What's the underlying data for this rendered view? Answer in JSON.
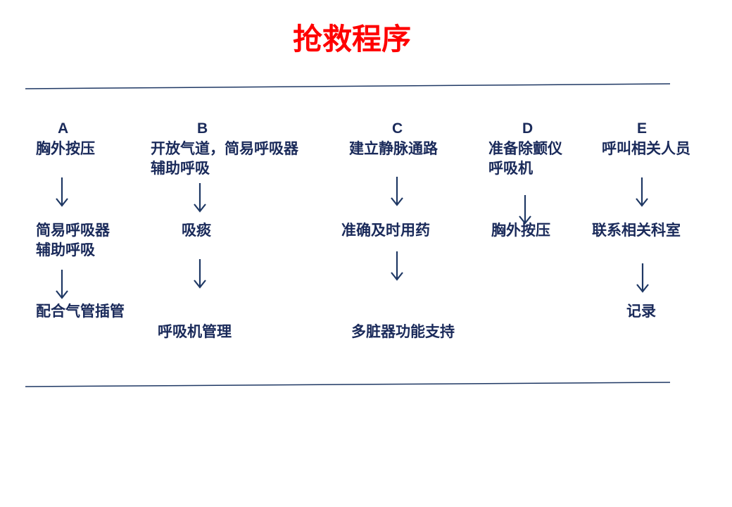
{
  "title": "抢救程序",
  "columns": [
    {
      "letter": "A",
      "step1": "胸外按压",
      "step2": "简易呼吸器\n辅助呼吸",
      "step3": "配合气管插管"
    },
    {
      "letter": "B",
      "step1": "开放气道，简易呼吸器\n辅助呼吸",
      "step2": "吸痰",
      "step3": "呼吸机管理"
    },
    {
      "letter": "C",
      "step1": "建立静脉通路",
      "step2": "准确及时用药",
      "step3": "多脏器功能支持"
    },
    {
      "letter": "D",
      "step1": "准备除颤仪\n呼吸机",
      "step2": "胸外按压"
    },
    {
      "letter": "E",
      "step1": "呼叫相关人员",
      "step2": "联系相关科室",
      "step3": "记录"
    }
  ],
  "colors": {
    "title": "#ff0000",
    "text": "#1a2a5a",
    "line": "#1f3864"
  }
}
